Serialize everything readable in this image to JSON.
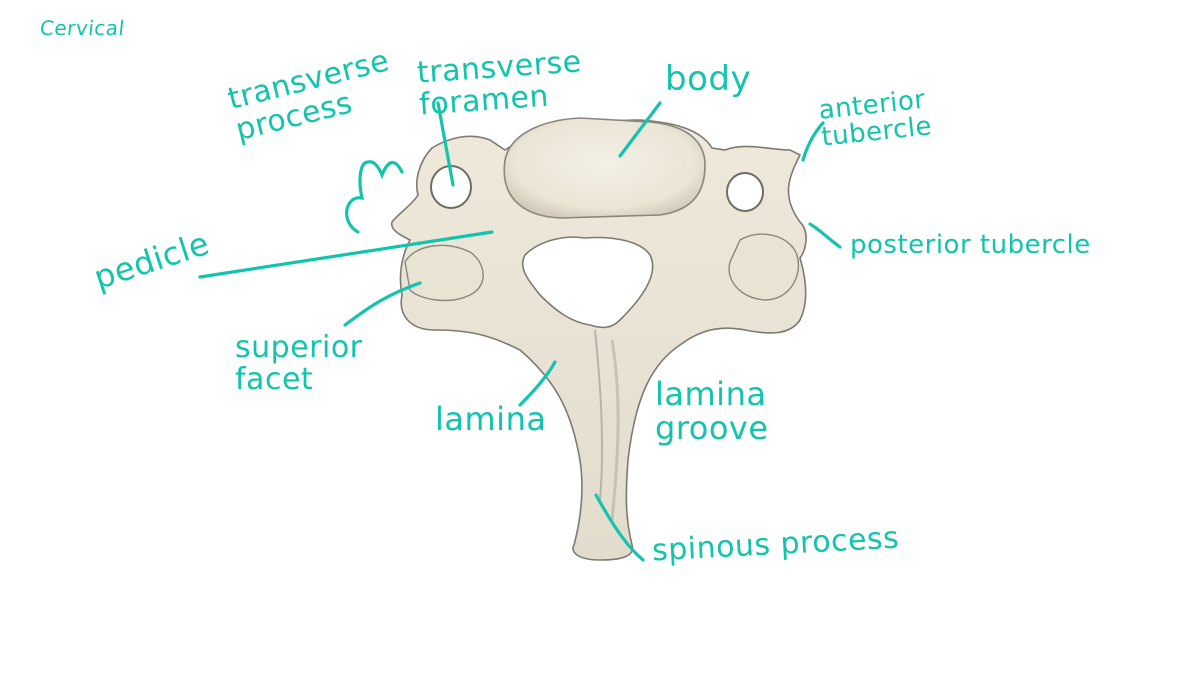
{
  "diagram": {
    "title": "Cervical",
    "subject": "cervical vertebra (superior view)",
    "ink_color": "#12c4ac",
    "bone_fill": "#f1ece0",
    "bone_stroke": "#8a867c",
    "labels": [
      {
        "id": "transverse-process",
        "text": "transverse\nprocess"
      },
      {
        "id": "transverse-foramen",
        "text": "transverse\nforamen"
      },
      {
        "id": "body",
        "text": "body"
      },
      {
        "id": "anterior-tubercle",
        "text": "anterior\ntubercle"
      },
      {
        "id": "posterior-tubercle",
        "text": "posterior tubercle"
      },
      {
        "id": "pedicle",
        "text": "pedicle"
      },
      {
        "id": "superior-facet",
        "text": "superior\nfacet"
      },
      {
        "id": "lamina",
        "text": "lamina"
      },
      {
        "id": "lamina-groove",
        "text": "lamina\ngroove"
      },
      {
        "id": "spinous-process",
        "text": "spinous process"
      }
    ]
  }
}
